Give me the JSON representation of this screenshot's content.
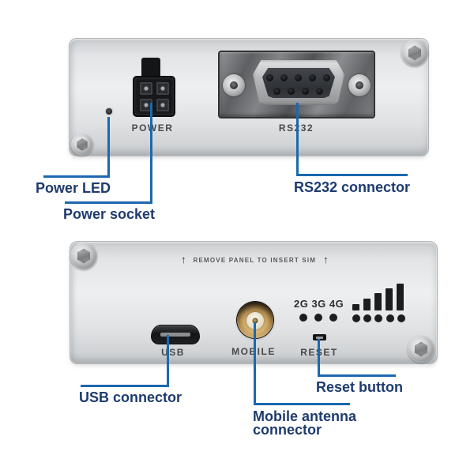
{
  "colors": {
    "callout_line": "#1c68af",
    "callout_text": "#1e3b6d",
    "panel_silkscreen": "#46484b",
    "panel_metal": "#e2e4e6"
  },
  "top_panel": {
    "power_socket_label": "POWER",
    "rs232_label": "RS232",
    "callouts": {
      "power_led": "Power LED",
      "power_socket": "Power socket",
      "rs232": "RS232 connector"
    }
  },
  "bottom_panel": {
    "sim_arrow": "↑",
    "sim_notice": "REMOVE PANEL TO INSERT SIM",
    "usb_port_label": "USB",
    "mobile_label": "MOBILE",
    "reset_label": "RESET",
    "network_bands_label": "2G 3G 4G",
    "callouts": {
      "usb": "USB connector",
      "mobile_line1": "Mobile antenna",
      "mobile_line2": "connector",
      "reset": "Reset button"
    }
  }
}
